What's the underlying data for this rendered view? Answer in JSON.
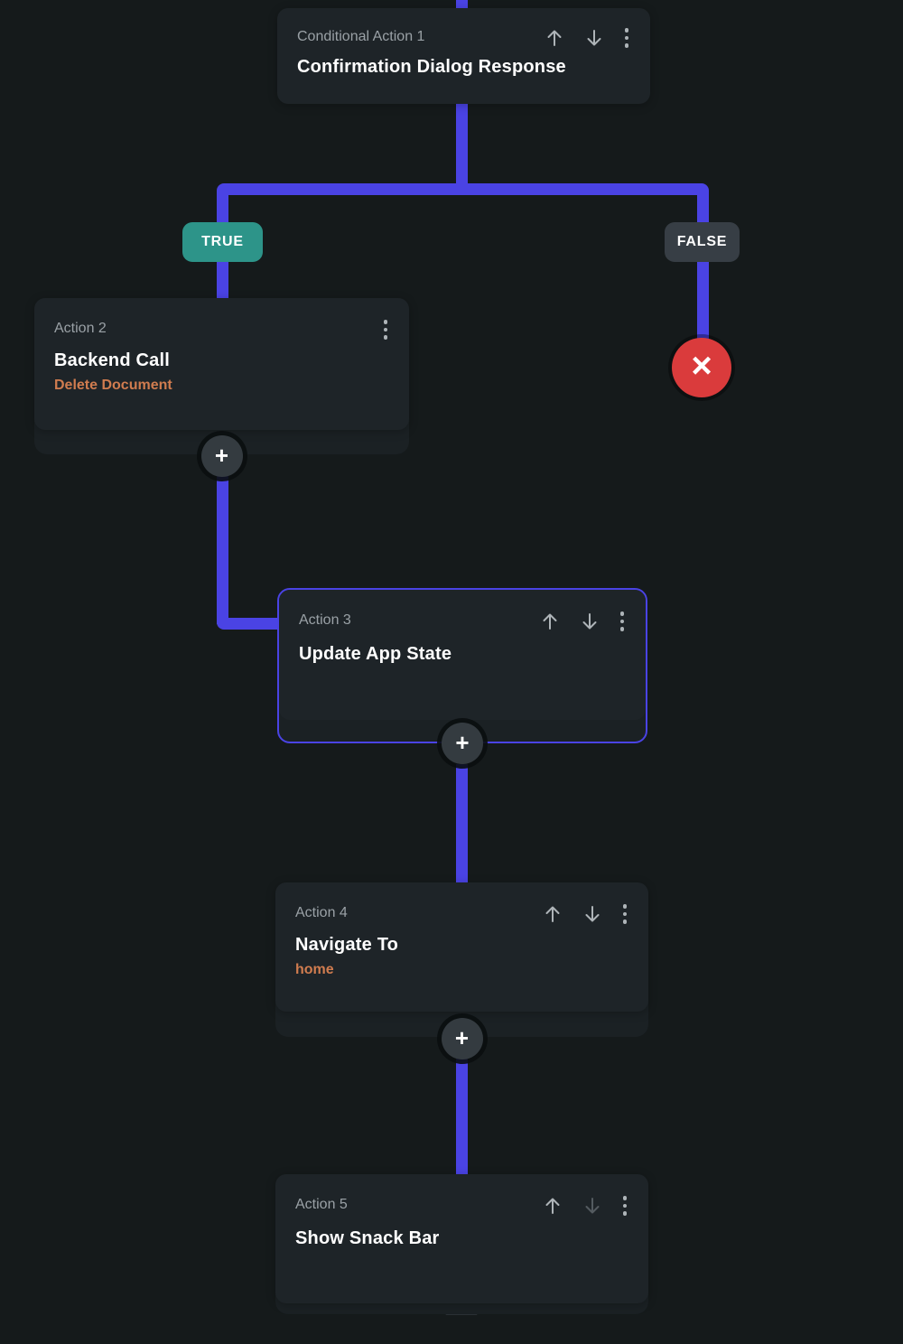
{
  "colors": {
    "bg": "#151a1b",
    "wrapper-bg": "#1b2124",
    "card-bg": "#1e2428",
    "connector": "#4a43e4",
    "true-badge": "#2d9489",
    "false-badge": "#373e45",
    "terminal-red": "#da3b3c",
    "accent-orange": "#d07c4f",
    "label-gray": "#9aa1a6",
    "title-white": "#ffffff",
    "icon-gray": "#aeb4b8",
    "icon-dim": "#545b60",
    "plus-bg": "#343b40"
  },
  "nodes": {
    "conditional": {
      "label": "Conditional Action 1",
      "title": "Confirmation Dialog Response"
    },
    "action2": {
      "label": "Action 2",
      "title": "Backend Call",
      "subtitle": "Delete Document"
    },
    "action3": {
      "label": "Action 3",
      "title": "Update App State"
    },
    "action4": {
      "label": "Action 4",
      "title": "Navigate To",
      "subtitle": "home"
    },
    "action5": {
      "label": "Action 5",
      "title": "Show Snack Bar"
    }
  },
  "branch": {
    "true_label": "TRUE",
    "false_label": "FALSE"
  },
  "icons": {
    "plus": "+",
    "close": "×",
    "move_up": "arrow-up-icon",
    "move_down": "arrow-down-icon",
    "menu": "kebab-menu-icon",
    "terminate": "close-icon"
  }
}
